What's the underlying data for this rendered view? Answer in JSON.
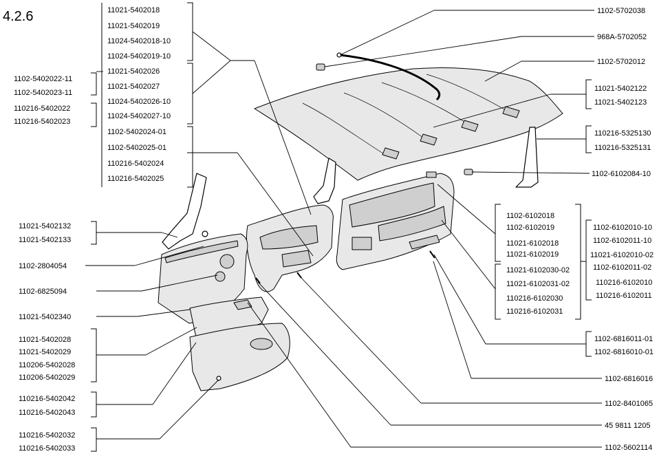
{
  "figure_number": "4.2.6",
  "labels": {
    "tc1": "11021-5402018",
    "tc2": "11021-5402019",
    "tc3": "11024-5402018-10",
    "tc4": "11024-5402019-10",
    "tc5": "11021-5402026",
    "tc6": "11021-5402027",
    "tc7": "11024-5402026-10",
    "tc8": "11024-5402027-10",
    "tc9": "1102-5402024-01",
    "tc10": "1102-5402025-01",
    "tc11": "110216-5402024",
    "tc12": "110216-5402025",
    "tl1": "1102-5402022-11",
    "tl2": "1102-5402023-11",
    "tl3": "110216-5402022",
    "tl4": "110216-5402023",
    "l1": "11021-5402132",
    "l2": "11021-5402133",
    "l3": "1102-2804054",
    "l4": "1102-6825094",
    "l5": "11021-5402340",
    "l6": "11021-5402028",
    "l7": "11021-5402029",
    "l8": "110206-5402028",
    "l9": "110206-5402029",
    "l10": "110216-5402042",
    "l11": "110216-5402043",
    "l12": "110216-5402032",
    "l13": "110216-5402033",
    "r1": "1102-5702038",
    "r2": "968A-5702052",
    "r3": "1102-5702012",
    "r4": "11021-5402122",
    "r5": "11021-5402123",
    "r6": "110216-5325130",
    "r7": "110216-5325131",
    "r8": "1102-6102084-10",
    "m1": "1102-6102018",
    "m2": "1102-6102019",
    "m3": "11021-6102018",
    "m4": "11021-6102019",
    "m5": "11021-6102030-02",
    "m6": "11021-6102031-02",
    "m7": "110216-6102030",
    "m8": "110216-6102031",
    "fr1": "1102-6102010-10",
    "fr2": "1102-6102011-10",
    "fr3": "11021-6102010-02",
    "fr4": "1102-6102011-02",
    "fr5": "110216-6102010",
    "fr6": "110216-6102011",
    "r9": "1102-6816011-01",
    "r10": "1102-6816010-01",
    "r11": "1102-6816016",
    "r12": "1102-8401065",
    "r13": "45 9811 1205",
    "r14": "1102-5602114"
  }
}
